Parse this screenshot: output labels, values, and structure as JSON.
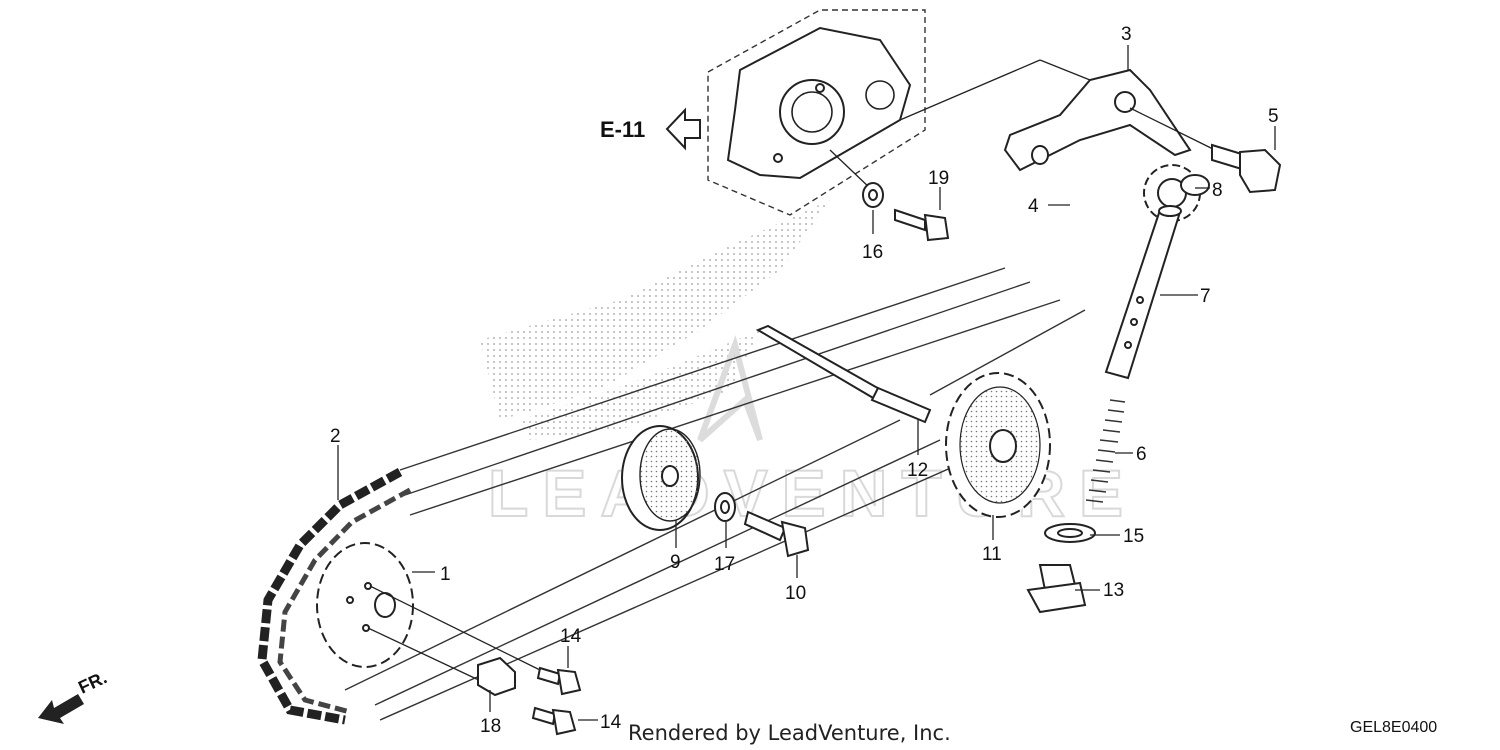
{
  "diagram": {
    "reference": {
      "label": "E-11"
    },
    "direction": {
      "label": "FR."
    },
    "watermark": {
      "text": "LEADVENTURE"
    },
    "credit": "Rendered by LeadVenture, Inc.",
    "diagram_code": "GEL8E0400",
    "callouts": {
      "c1": "1",
      "c2": "2",
      "c3": "3",
      "c4": "4",
      "c5": "5",
      "c6": "6",
      "c7": "7",
      "c8": "8",
      "c9": "9",
      "c10": "10",
      "c11": "11",
      "c12": "12",
      "c13": "13",
      "c14a": "14",
      "c14b": "14",
      "c15": "15",
      "c16": "16",
      "c17": "17",
      "c18": "18",
      "c19": "19"
    },
    "colors": {
      "ink": "#222222",
      "watermark": "#d9d9d9",
      "dots": "#b5b5b5"
    }
  }
}
